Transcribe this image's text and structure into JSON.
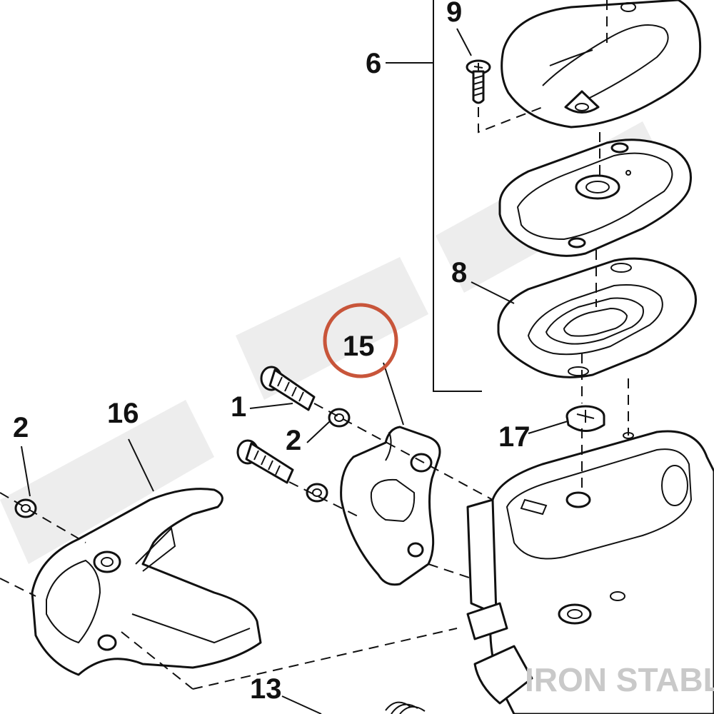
{
  "callouts": {
    "c1": "1",
    "c2a": "2",
    "c2b": "2",
    "c6": "6",
    "c8": "8",
    "c9": "9",
    "c13": "13",
    "c15": "15",
    "c16": "16",
    "c17": "17"
  },
  "brand": {
    "watermark": "IRON STABLE"
  },
  "colors": {
    "highlight_ring": "#c8553a",
    "ink": "#111111",
    "watermark": "#c9c9c9"
  }
}
